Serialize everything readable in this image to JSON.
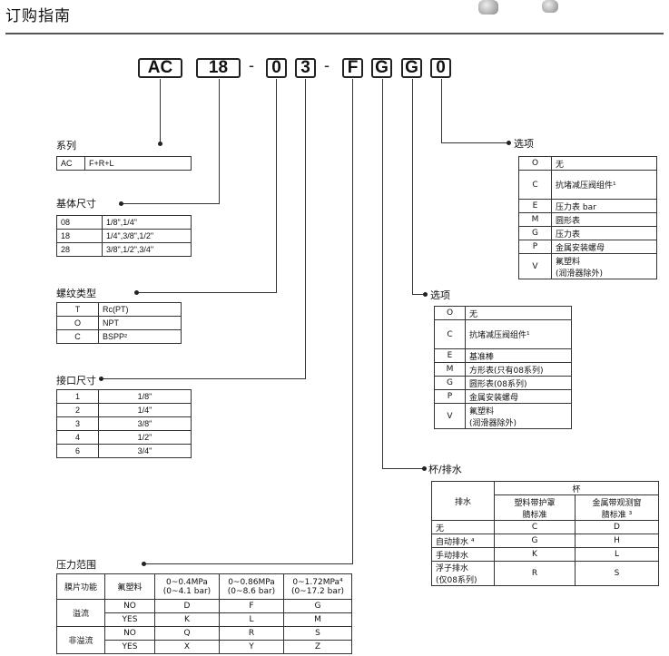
{
  "title": "订购指南",
  "code": {
    "series": "AC",
    "size": "18",
    "thread": "0",
    "port": "3",
    "pressure": "F",
    "cup": "G",
    "option": "G",
    "option2": "0",
    "sep": "-"
  },
  "series": {
    "label": "系列",
    "rows": [
      [
        "AC",
        "F+R+L"
      ]
    ]
  },
  "body_size": {
    "label": "基体尺寸",
    "rows": [
      [
        "08",
        "1/8\",1/4\""
      ],
      [
        "18",
        "1/4\",3/8\",1/2\""
      ],
      [
        "28",
        "3/8\",1/2\",3/4\""
      ]
    ]
  },
  "thread": {
    "label": "螺纹类型",
    "rows": [
      [
        "T",
        "Rc(PT)"
      ],
      [
        "O",
        "NPT"
      ],
      [
        "C",
        "BSPP²"
      ]
    ]
  },
  "port": {
    "label": "接口尺寸",
    "rows": [
      [
        "1",
        "1/8\""
      ],
      [
        "2",
        "1/4\""
      ],
      [
        "3",
        "3/8\""
      ],
      [
        "4",
        "1/2\""
      ],
      [
        "6",
        "3/4\""
      ]
    ]
  },
  "pressure": {
    "label": "压力范围",
    "headers": [
      "膜片功能",
      "氟塑料",
      "0~0.4MPa",
      "(0~4.1 bar)",
      "0~0.86MPa",
      "(0~8.6 bar)",
      "0~1.72MPa⁴",
      "(0~17.2 bar)"
    ],
    "groups": [
      {
        "name": "溢流",
        "rows": [
          [
            "NO",
            "D",
            "F",
            "G"
          ],
          [
            "YES",
            "K",
            "L",
            "M"
          ]
        ]
      },
      {
        "name": "非溢流",
        "rows": [
          [
            "NO",
            "Q",
            "R",
            "S"
          ],
          [
            "YES",
            "X",
            "Y",
            "Z"
          ]
        ]
      }
    ]
  },
  "cup": {
    "label": "杯/排水",
    "h_drain": "排水",
    "h_cup": "杯",
    "h_col1": [
      "塑料带护罩",
      "腈标准"
    ],
    "h_col2": [
      "金属带观测窗",
      "腈标准 ³"
    ],
    "rows": [
      [
        "无",
        "C",
        "D"
      ],
      [
        "自动排水 ⁴",
        "G",
        "H"
      ],
      [
        "手动排水",
        "K",
        "L"
      ],
      [
        "浮子排水",
        "R",
        "S"
      ]
    ],
    "row4_sub": "(仅08系列)"
  },
  "option1": {
    "label": "选项",
    "rows": [
      [
        "O",
        "无"
      ],
      [
        "C",
        "抗堵减压阀组件¹"
      ],
      [
        "E",
        "基准棒"
      ],
      [
        "M",
        "方形表(只有08系列)"
      ],
      [
        "G",
        "圆形表(08系列)"
      ],
      [
        "P",
        "金属安装螺母"
      ],
      [
        "V",
        "氟塑料",
        "(润滑器除外)"
      ]
    ]
  },
  "option2": {
    "label": "选项",
    "rows": [
      [
        "O",
        "无"
      ],
      [
        "C",
        "抗堵减压阀组件¹"
      ],
      [
        "E",
        "压力表 bar"
      ],
      [
        "M",
        "圆形表"
      ],
      [
        "G",
        "压力表"
      ],
      [
        "P",
        "金属安装螺母"
      ],
      [
        "V",
        "氟塑料",
        "(润滑器除外)"
      ]
    ]
  }
}
